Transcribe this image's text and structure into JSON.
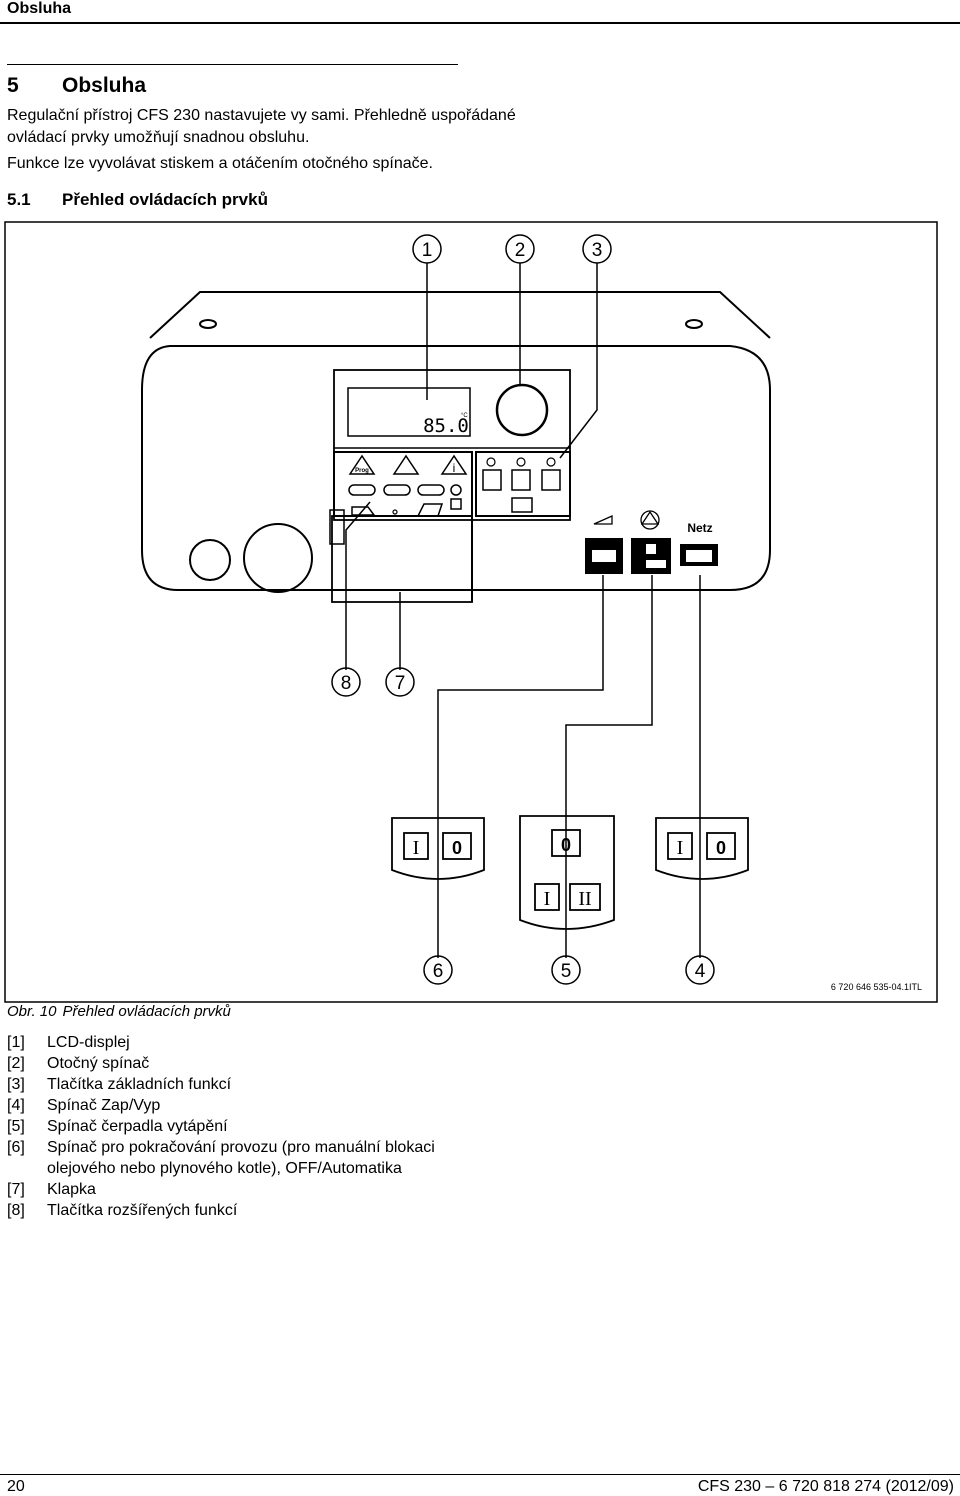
{
  "header": {
    "title": "Obsluha"
  },
  "section": {
    "number": "5",
    "title": "Obsluha"
  },
  "intro": [
    "Regulační přístroj CFS 230 nastavujete vy sami. Přehledně uspořádané",
    "ovládací prvky umožňují snadnou obsluhu.",
    "Funkce lze vyvolávat stiskem a otáčením otočného spínače."
  ],
  "subsection": {
    "number": "5.1",
    "title": "Přehled ovládacích prvků"
  },
  "figure": {
    "callouts": [
      "1",
      "2",
      "3",
      "8",
      "7",
      "6",
      "5",
      "4"
    ],
    "lcd_value": "85.0",
    "lcd_unit": "°C",
    "btn_prog": "Prog",
    "netz": "Netz",
    "switch_on": "I",
    "switch_off": "0",
    "switch_i": "I",
    "switch_ii": "II",
    "ref_code": "6 720 646 535-04.1ITL"
  },
  "caption": {
    "label": "Obr. 10",
    "text": "Přehled ovládacích prvků"
  },
  "legend": [
    {
      "num": "[1]",
      "text": "LCD-displej"
    },
    {
      "num": "[2]",
      "text": "Otočný spínač"
    },
    {
      "num": "[3]",
      "text": "Tlačítka základních funkcí"
    },
    {
      "num": "[4]",
      "text": "Spínač Zap/Vyp"
    },
    {
      "num": "[5]",
      "text": "Spínač čerpadla vytápění"
    },
    {
      "num": "[6]",
      "text": "Spínač pro pokračování provozu (pro manuální blokaci olejového nebo plynového kotle), OFF/Automatika"
    },
    {
      "num": "[7]",
      "text": "Klapka"
    },
    {
      "num": "[8]",
      "text": "Tlačítka rozšířených funkcí"
    }
  ],
  "footer": {
    "page": "20",
    "doc": "CFS 230 – 6 720 818 274 (2012/09)"
  }
}
